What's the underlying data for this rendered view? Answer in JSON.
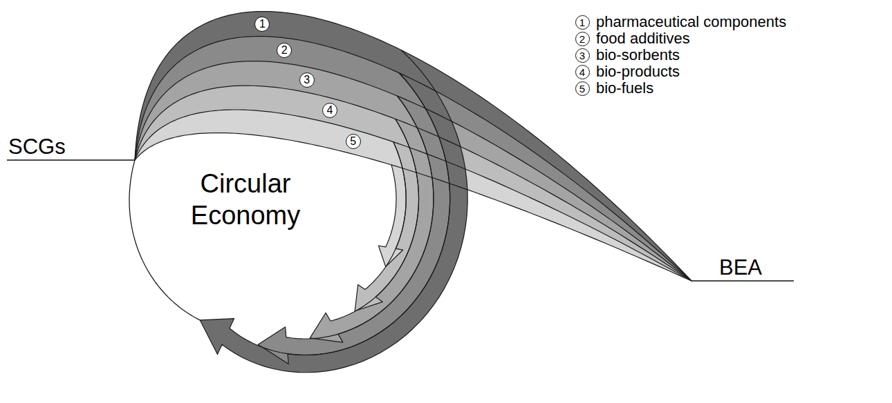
{
  "diagram": {
    "nodes": [
      {
        "text": [
          "Circular Economy"
        ]
      }
    ],
    "labels": [
      "1",
      "2",
      "3",
      "4",
      "5",
      "1",
      "2",
      "3",
      "4",
      "5",
      "SCGs",
      "BEA"
    ],
    "legend": [
      {
        "text": "pharmaceutical components"
      },
      {
        "text": "food additives"
      },
      {
        "text": "bio-sorbents"
      },
      {
        "text": "bio-products"
      },
      {
        "text": "bio-fuels"
      }
    ]
  }
}
